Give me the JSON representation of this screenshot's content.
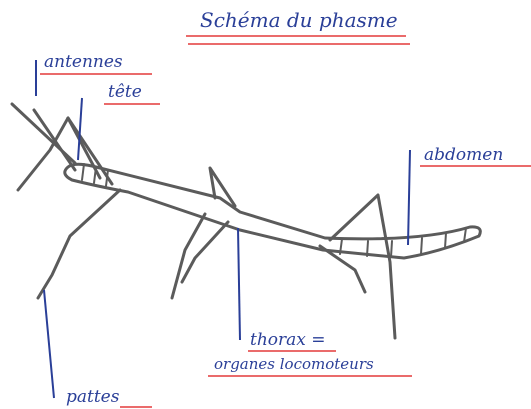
{
  "title": "Schéma du phasme",
  "labels": {
    "antennes": "antennes",
    "tete": "tête",
    "abdomen": "abdomen",
    "thorax": "thorax =",
    "organes": "organes locomoteurs",
    "pattes": "pattes"
  },
  "colors": {
    "ink": "#2a3f98",
    "underline": "#e43a3a",
    "insect": "#5b5b5b"
  }
}
